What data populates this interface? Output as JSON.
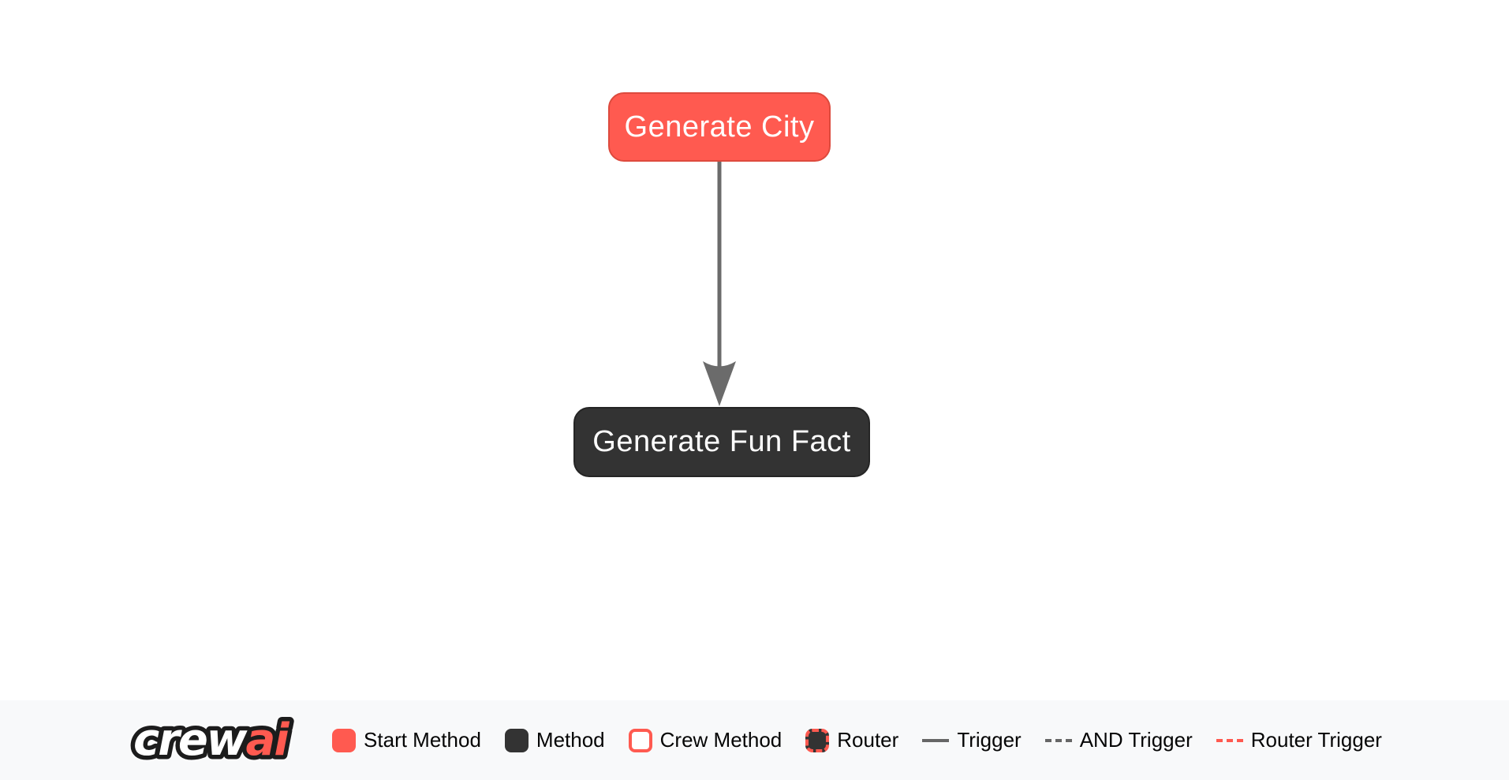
{
  "flow": {
    "nodes": [
      {
        "id": "generate_city",
        "label": "Generate City",
        "type": "start-method"
      },
      {
        "id": "generate_fun_fact",
        "label": "Generate Fun Fact",
        "type": "method"
      }
    ],
    "edges": [
      {
        "from": "generate_city",
        "to": "generate_fun_fact",
        "type": "trigger"
      }
    ]
  },
  "logo": {
    "part1": "crew",
    "part2": "ai"
  },
  "legend": {
    "items": [
      {
        "label": "Start Method",
        "swatch": "start-method-box"
      },
      {
        "label": "Method",
        "swatch": "method-box"
      },
      {
        "label": "Crew Method",
        "swatch": "crew-method-box"
      },
      {
        "label": "Router",
        "swatch": "router-box"
      },
      {
        "label": "Trigger",
        "swatch": "solid-line"
      },
      {
        "label": "AND Trigger",
        "swatch": "dashed-line"
      },
      {
        "label": "Router Trigger",
        "swatch": "dashed-red-line"
      }
    ]
  },
  "colors": {
    "start_method": "#FF5A50",
    "method": "#333333",
    "trigger_edge": "#666666",
    "router_trigger": "#FF5A50",
    "node_text": "#FFFFFF",
    "canvas_bg": "#FFFFFF",
    "legend_bg": "#F8F9FA",
    "legend_text": "#000000"
  }
}
